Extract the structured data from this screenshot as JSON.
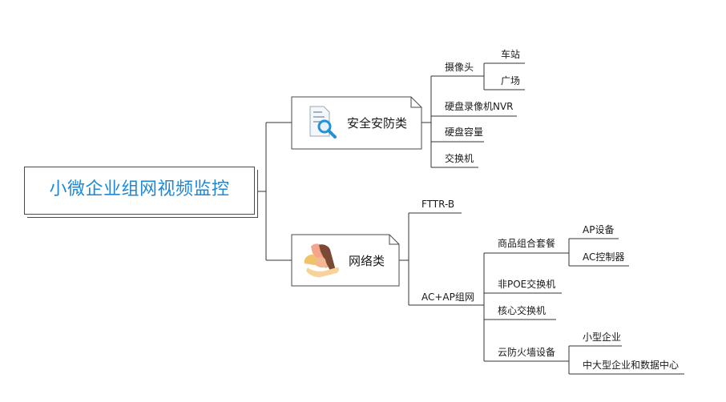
{
  "root": {
    "title": "小微企业组网视频监控"
  },
  "categories": [
    {
      "label": "安全安防类",
      "icon": "document-search-icon",
      "children": [
        {
          "label": "摄像头",
          "children": [
            "车站",
            "广场"
          ]
        },
        {
          "label": "硬盘录像机NVR"
        },
        {
          "label": "硬盘容量"
        },
        {
          "label": "交换机"
        }
      ]
    },
    {
      "label": "网络类",
      "icon": "teamwork-hands-icon",
      "children": [
        {
          "label": "FTTR-B"
        },
        {
          "label": "AC+AP组网",
          "children": [
            {
              "label": "商品组合套餐",
              "children": [
                "AP设备",
                "AC控制器"
              ]
            },
            {
              "label": "非POE交换机"
            },
            {
              "label": "核心交换机"
            },
            {
              "label": "云防火墙设备",
              "children": [
                "小型企业",
                "中大型企业和数据中心"
              ]
            }
          ]
        }
      ]
    }
  ],
  "colors": {
    "title": "#1e88d6",
    "line": "#333333",
    "border": "#4a4a4a"
  }
}
